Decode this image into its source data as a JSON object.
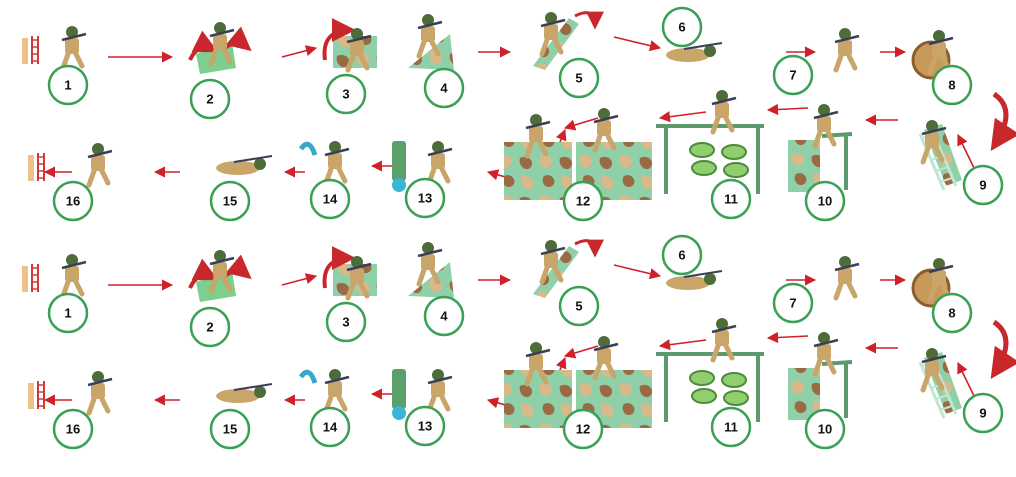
{
  "diagram": {
    "panels": [
      {
        "name": "upper-course-panel",
        "stations": [
          {
            "number": "1",
            "obstacle": "start-ladder"
          },
          {
            "number": "2",
            "obstacle": "low-wall"
          },
          {
            "number": "3",
            "obstacle": "box-vault"
          },
          {
            "number": "4",
            "obstacle": "ramp"
          },
          {
            "number": "5",
            "obstacle": "inclined-wall"
          },
          {
            "number": "6",
            "obstacle": "crawl"
          },
          {
            "number": "7",
            "obstacle": "run"
          },
          {
            "number": "8",
            "obstacle": "tire-crawl"
          },
          {
            "number": "9",
            "obstacle": "ladder-climb"
          },
          {
            "number": "10",
            "obstacle": "high-wall"
          },
          {
            "number": "11",
            "obstacle": "tire-hurdles-and-beam"
          },
          {
            "number": "12",
            "obstacle": "camo-block-climb"
          },
          {
            "number": "13",
            "obstacle": "water-barrel-carry"
          },
          {
            "number": "14",
            "obstacle": "kick-target"
          },
          {
            "number": "15",
            "obstacle": "low-crawl"
          },
          {
            "number": "16",
            "obstacle": "finish-ladder"
          }
        ]
      },
      {
        "name": "lower-course-panel",
        "stations": [
          {
            "number": "1",
            "obstacle": "start-ladder"
          },
          {
            "number": "2",
            "obstacle": "low-wall"
          },
          {
            "number": "3",
            "obstacle": "box-vault"
          },
          {
            "number": "4",
            "obstacle": "ramp"
          },
          {
            "number": "5",
            "obstacle": "inclined-wall"
          },
          {
            "number": "6",
            "obstacle": "crawl"
          },
          {
            "number": "7",
            "obstacle": "run"
          },
          {
            "number": "8",
            "obstacle": "tire-crawl"
          },
          {
            "number": "9",
            "obstacle": "ladder-climb"
          },
          {
            "number": "10",
            "obstacle": "high-wall"
          },
          {
            "number": "11",
            "obstacle": "tire-hurdles-and-beam"
          },
          {
            "number": "12",
            "obstacle": "camo-block-climb"
          },
          {
            "number": "13",
            "obstacle": "water-barrel-carry"
          },
          {
            "number": "14",
            "obstacle": "kick-target"
          },
          {
            "number": "15",
            "obstacle": "low-crawl"
          },
          {
            "number": "16",
            "obstacle": "finish-ladder"
          }
        ]
      }
    ],
    "colors": {
      "circle_stroke": "#3aa055",
      "arrow": "#d0202a",
      "curved_arrow": "#c8282c",
      "camo_green": "#7cc49a",
      "camo_tan": "#d9b98a",
      "camo_brown": "#9a6a44",
      "soldier_uniform": "#c9a56a",
      "soldier_helmet": "#4e6b3a",
      "rifle": "#3a3f58",
      "ladder": "#d23a3a",
      "tire": "#8fcf6e"
    }
  }
}
